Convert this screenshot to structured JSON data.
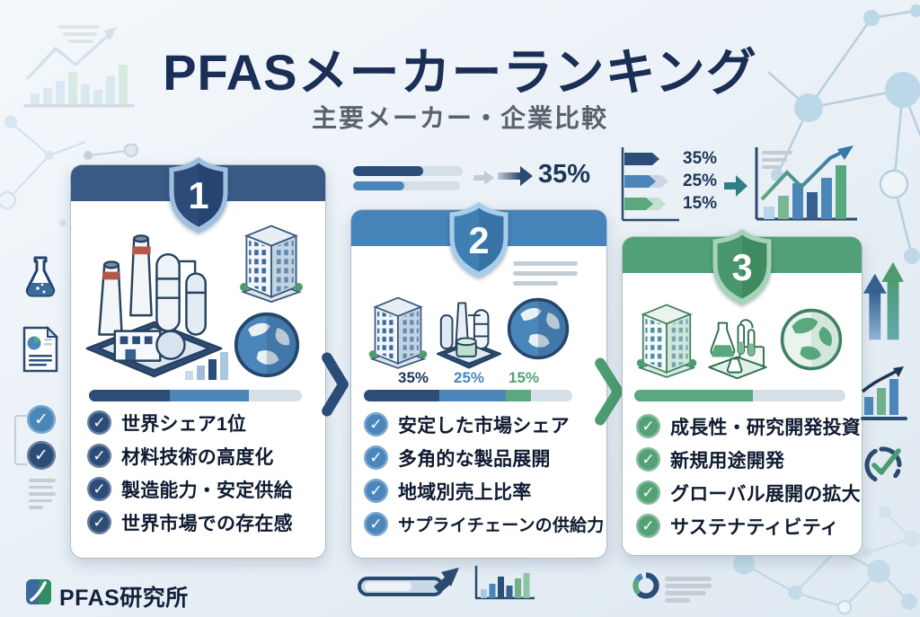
{
  "header": {
    "title": "PFASメーカーランキング",
    "subtitle": "主要メーカー・企業比較"
  },
  "top_decor": {
    "growth_label": "35%",
    "rank_labels": [
      "35%",
      "25%",
      "15%"
    ]
  },
  "cards": [
    {
      "rank": "1",
      "accent": "#3a5a86",
      "items": [
        "世界シェア1位",
        "材料技術の高度化",
        "製造能力・安定供給",
        "世界市場での存在感"
      ]
    },
    {
      "rank": "2",
      "accent": "#4583b8",
      "share_labels": [
        "35%",
        "25%",
        "15%"
      ],
      "items": [
        "安定した市場シェア",
        "多角的な製品展開",
        "地域別売上比率",
        "サプライチェーンの供給力"
      ]
    },
    {
      "rank": "3",
      "accent": "#51a077",
      "items": [
        "成長性・研究開発投資",
        "新規用途開発",
        "グローバル展開の拡大",
        "サステナティビティ"
      ]
    }
  ],
  "footer": {
    "brand": "PFAS研究所"
  },
  "icons": {
    "check": "✓"
  },
  "colors": {
    "navy": "#2d4d79",
    "blue": "#4a86ba",
    "green": "#5aa87d",
    "title_navy": "#1b2e55"
  },
  "chart_data": [
    {
      "type": "bar",
      "labels": [
        "35%",
        "25%",
        "15%"
      ],
      "values": [
        35,
        25,
        15
      ],
      "title": "",
      "context": "share-ranking-bars"
    },
    {
      "type": "bar",
      "labels": [
        "35%"
      ],
      "values": [
        35
      ],
      "title": "",
      "context": "growth-indicator"
    }
  ]
}
